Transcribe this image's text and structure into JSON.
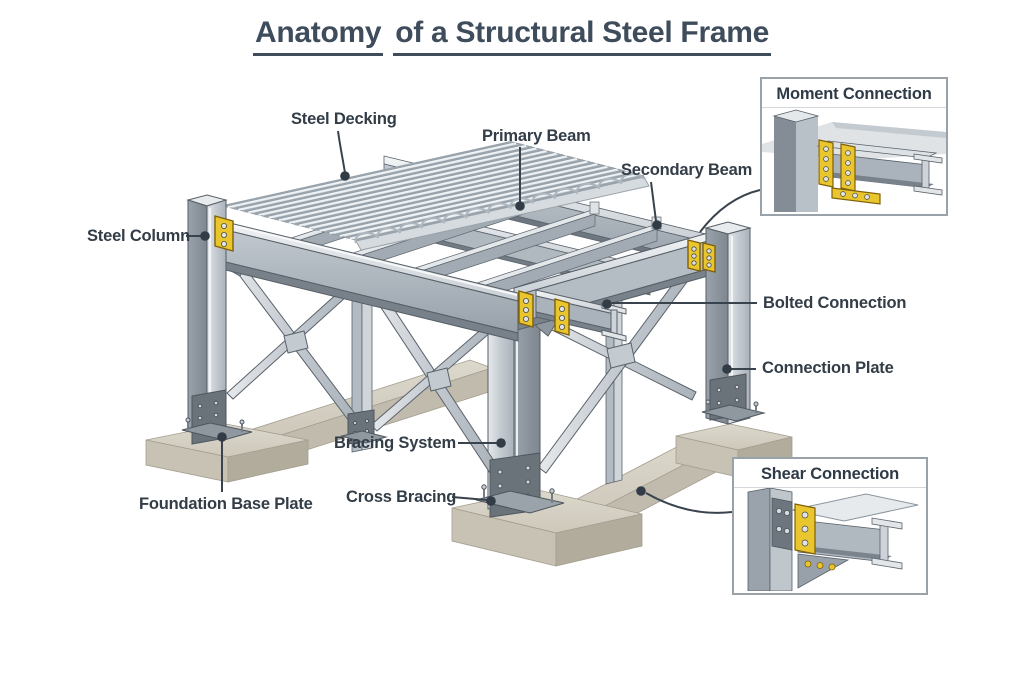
{
  "title": {
    "word1": "Anatomy",
    "rest": "of a Structural Steel Frame"
  },
  "labels": {
    "steel_decking": "Steel Decking",
    "primary_beam": "Primary Beam",
    "secondary_beam": "Secondary Beam",
    "steel_column": "Steel Column",
    "bolted_connection": "Bolted Connection",
    "connection_plate": "Connection Plate",
    "bracing_system": "Bracing System",
    "cross_bracing": "Cross Bracing",
    "foundation_base_plate": "Foundation Base Plate"
  },
  "insets": {
    "moment_title": "Moment Connection",
    "shear_title": "Shear Connection"
  },
  "colors": {
    "title_text": "#3e4c5b",
    "label_text": "#333d47",
    "leader_line": "#39434e",
    "steel_light": "#d8dce0",
    "steel_mid": "#aab3bb",
    "steel_dark": "#79828b",
    "connection_plate_yellow": "#e9c52e",
    "concrete": "#d3cfc2"
  }
}
